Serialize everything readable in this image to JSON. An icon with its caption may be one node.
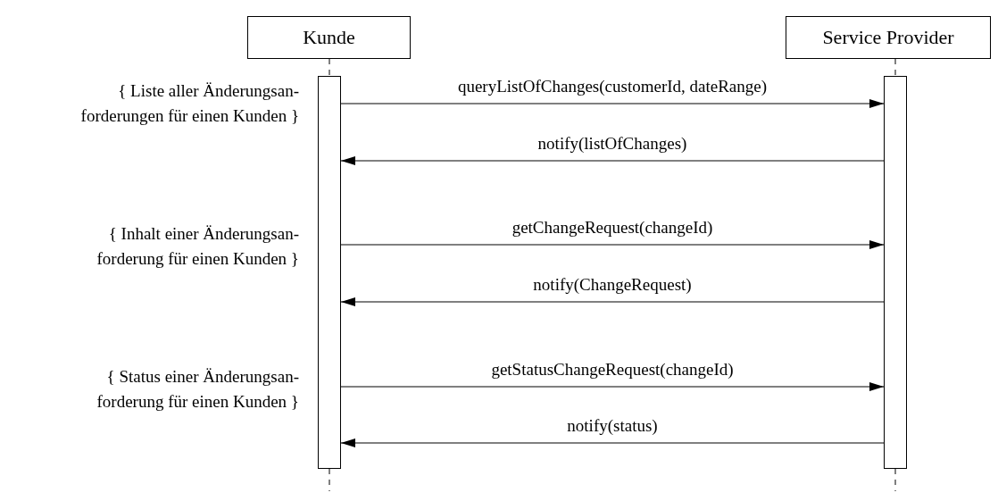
{
  "diagram": {
    "nodes": [
      {
        "text": [
          "Kunde"
        ]
      },
      {
        "text": [
          "Service Provider"
        ]
      },
      {
        "text": [],
        "shape": "bar"
      },
      {
        "text": [],
        "shape": "bar"
      }
    ],
    "edges": [
      {
        "from": 0,
        "to": 2,
        "arrow": "none",
        "style": "dashed"
      },
      {
        "from": 1,
        "to": 3,
        "arrow": "none",
        "style": "dashed"
      },
      {
        "from": 2,
        "to": 3,
        "arrow": "to",
        "label": "queryListOfChanges(customerId, dateRange)"
      },
      {
        "from": 3,
        "to": 2,
        "arrow": "to",
        "label": "notify(listOfChanges)"
      },
      {
        "from": 2,
        "to": 3,
        "arrow": "to",
        "label": "getChangeRequest(changeId)"
      },
      {
        "from": 3,
        "to": 2,
        "arrow": "to",
        "label": "notify(ChangeRequest)"
      },
      {
        "from": 2,
        "to": 3,
        "arrow": "to",
        "label": "getStatusChangeRequest(changeId)"
      },
      {
        "from": 3,
        "to": 2,
        "arrow": "to",
        "label": "notify(status)"
      }
    ],
    "labels": [
      "{ Liste aller Änderungsan-forderungen für einen Kunden }",
      "{ Inhalt einer Änderungsan-forderung für einen Kunden }",
      "{ Status einer Änderungsan-forderung für einen Kunden }"
    ]
  }
}
